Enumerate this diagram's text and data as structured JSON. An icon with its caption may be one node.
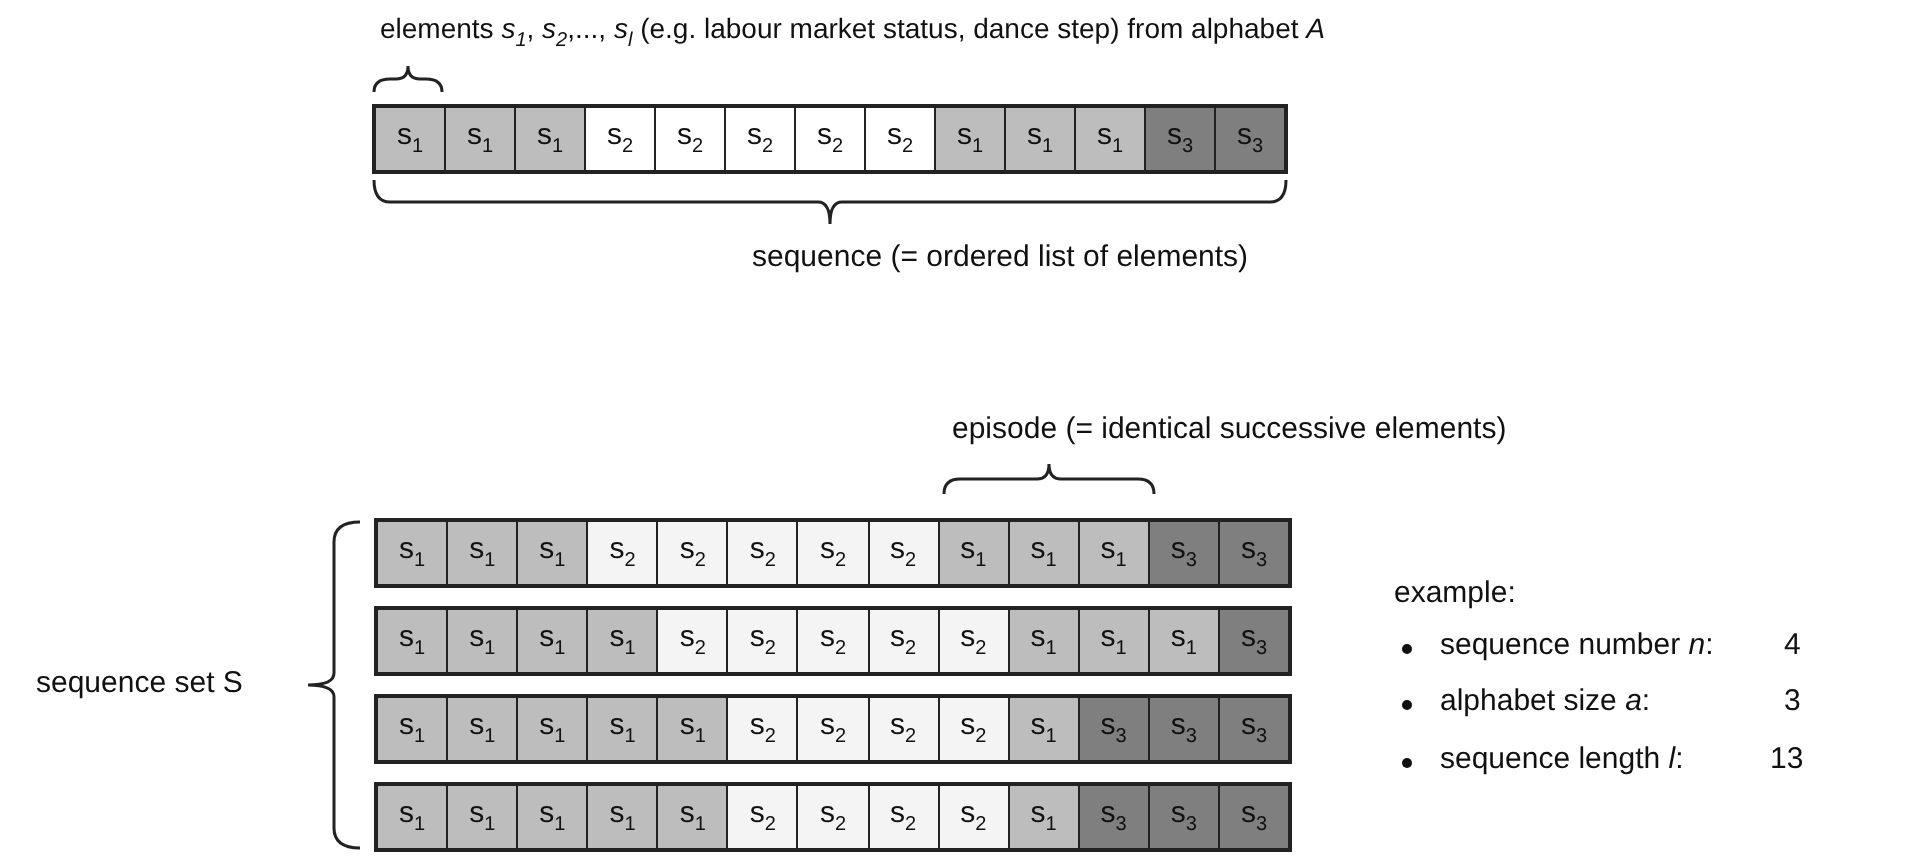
{
  "diagram": {
    "nodes": [
      {
        "text": [],
        "shape": "bar"
      },
      {
        "text": [
          "s$_{1}$"
        ],
        "in": 0
      },
      {
        "text": [
          "s$_{1}$"
        ],
        "in": 0
      },
      {
        "text": [
          "s$_{1}$"
        ],
        "in": 0
      },
      {
        "text": [
          "s$_{2}$"
        ],
        "in": 0
      },
      {
        "text": [
          "s$_{2}$"
        ],
        "in": 0
      },
      {
        "text": [
          "s$_{2}$"
        ],
        "in": 0
      },
      {
        "text": [
          "s$_{2}$"
        ],
        "in": 0
      },
      {
        "text": [
          "s$_{2}$"
        ],
        "in": 0
      },
      {
        "text": [
          "s$_{1}$"
        ],
        "in": 0
      },
      {
        "text": [
          "s$_{1}$"
        ],
        "in": 0
      },
      {
        "text": [
          "s$_{1}$"
        ],
        "in": 0
      },
      {
        "text": [
          "s$_{3}$"
        ],
        "in": 0
      },
      {
        "text": [
          "s$_{3}$"
        ],
        "in": 0
      },
      {
        "text": [],
        "shape": "bar"
      },
      {
        "text": [
          "s$_{1}$"
        ],
        "in": 14
      },
      {
        "text": [
          "s$_{1}$"
        ],
        "in": 14
      },
      {
        "text": [
          "s$_{1}$"
        ],
        "in": 14
      },
      {
        "text": [
          "s$_{2}$"
        ],
        "in": 14
      },
      {
        "text": [
          "s$_{2}$"
        ],
        "in": 14
      },
      {
        "text": [
          "s$_{2}$"
        ],
        "in": 14
      },
      {
        "text": [
          "s$_{2}$"
        ],
        "in": 14
      },
      {
        "text": [
          "s$_{2}$"
        ],
        "in": 14
      },
      {
        "text": [
          "s$_{1}$"
        ],
        "in": 14
      },
      {
        "text": [
          "s$_{1}$"
        ],
        "in": 14
      },
      {
        "text": [
          "s$_{1}$"
        ],
        "in": 14
      },
      {
        "text": [
          "s$_{3}$"
        ],
        "in": 14
      },
      {
        "text": [
          "s$_{3}$"
        ],
        "in": 14
      },
      {
        "text": [],
        "shape": "bar"
      },
      {
        "text": [
          "s$_{1}$"
        ],
        "in": 28
      },
      {
        "text": [
          "s$_{1}$"
        ],
        "in": 28
      },
      {
        "text": [
          "s$_{1}$"
        ],
        "in": 28
      },
      {
        "text": [
          "s$_{1}$"
        ],
        "in": 28
      },
      {
        "text": [
          "s$_{2}$"
        ],
        "in": 28
      },
      {
        "text": [
          "s$_{2}$"
        ],
        "in": 28
      },
      {
        "text": [
          "s$_{2}$"
        ],
        "in": 28
      },
      {
        "text": [
          "s$_{2}$"
        ],
        "in": 28
      },
      {
        "text": [
          "s$_{2}$"
        ],
        "in": 28
      },
      {
        "text": [
          "s$_{1}$"
        ],
        "in": 28
      },
      {
        "text": [
          "s$_{1}$"
        ],
        "in": 28
      },
      {
        "text": [
          "s$_{1}$"
        ],
        "in": 28
      },
      {
        "text": [
          "s$_{3}$"
        ],
        "in": 28
      },
      {
        "text": [],
        "shape": "bar"
      },
      {
        "text": [
          "s$_{1}$"
        ],
        "in": 42
      },
      {
        "text": [
          "s$_{1}$"
        ],
        "in": 42
      },
      {
        "text": [
          "s$_{1}$"
        ],
        "in": 42
      },
      {
        "text": [
          "s$_{1}$"
        ],
        "in": 42
      },
      {
        "text": [
          "s$_{1}$"
        ],
        "in": 42
      },
      {
        "text": [
          "s$_{2}$"
        ],
        "in": 42
      },
      {
        "text": [
          "s$_{2}$"
        ],
        "in": 42
      },
      {
        "text": [
          "s$_{2}$"
        ],
        "in": 42
      },
      {
        "text": [
          "s$_{2}$"
        ],
        "in": 42
      },
      {
        "text": [
          "s$_{1}$"
        ],
        "in": 42
      },
      {
        "text": [
          "s$_{3}$"
        ],
        "in": 42
      },
      {
        "text": [
          "s$_{3}$"
        ],
        "in": 42
      },
      {
        "text": [
          "s$_{3}$"
        ],
        "in": 42
      },
      {
        "text": [],
        "shape": "bar"
      },
      {
        "text": [
          "s$_{1}$"
        ],
        "in": 56
      },
      {
        "text": [
          "s$_{1}$"
        ],
        "in": 56
      },
      {
        "text": [
          "s$_{1}$"
        ],
        "in": 56
      },
      {
        "text": [
          "s$_{1}$"
        ],
        "in": 56
      },
      {
        "text": [
          "s$_{1}$"
        ],
        "in": 56
      },
      {
        "text": [
          "s$_{2}$"
        ],
        "in": 56
      },
      {
        "text": [
          "s$_{2}$"
        ],
        "in": 56
      },
      {
        "text": [
          "s$_{2}$"
        ],
        "in": 56
      },
      {
        "text": [
          "s$_{2}$"
        ],
        "in": 56
      },
      {
        "text": [
          "s$_{1}$"
        ],
        "in": 56
      },
      {
        "text": [
          "s$_{3}$"
        ],
        "in": 56
      },
      {
        "text": [
          "s$_{3}$"
        ],
        "in": 56
      },
      {
        "text": [
          "s$_{3}$"
        ],
        "in": 56
      }
    ],
    "edges": [],
    "labels": [
      "elements *s*$_{1}$, *s*$_{2}$,..., *s*$_{l}$ (e.g. labour market status, dance step) from alphabet *A*",
      "sequence (= ordered list of elements)",
      "episode (= identical successive elements)",
      "sequence set S",
      "example:",
      "sequence number *n*:",
      "4",
      "alphabet size *a*:",
      "3",
      "sequence length *l*:",
      "13"
    ]
  }
}
